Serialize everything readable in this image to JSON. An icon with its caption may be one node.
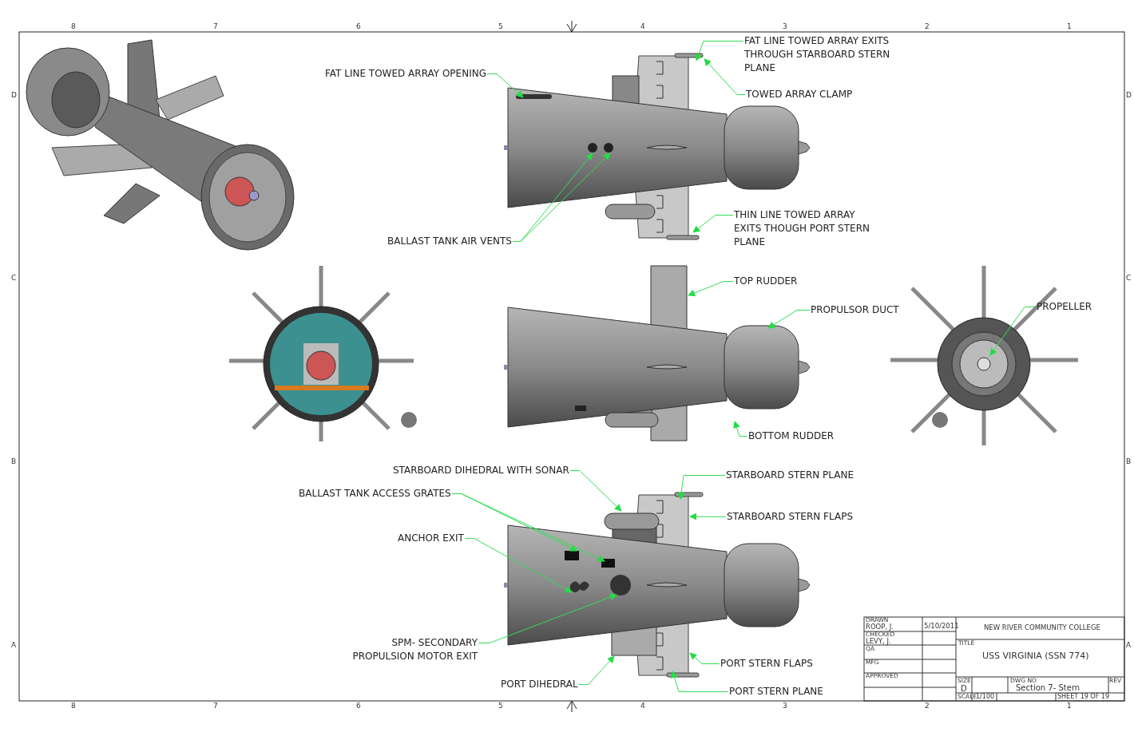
{
  "diagram": {
    "nodes": [
      {
        "text": [
          "FAT LINE TOWED ARRAY OPENING"
        ]
      },
      {
        "text": [
          "FAT LINE TOWED ARRAY EXITS THROUGH STARBOARD STERN PLANE"
        ]
      },
      {
        "text": [
          "TOWED ARRAY CLAMP"
        ]
      },
      {
        "text": [
          "BALLAST TANK AIR VENTS"
        ]
      },
      {
        "text": [
          "THIN LINE TOWED ARRAY EXITS THOUGH PORT STERN PLANE"
        ]
      },
      {
        "text": [
          "TOP RUDDER"
        ]
      },
      {
        "text": [
          "PROPULSOR DUCT"
        ]
      },
      {
        "text": [
          "PROPELLER"
        ]
      },
      {
        "text": [
          "BOTTOM RUDDER"
        ]
      },
      {
        "text": [
          "STARBOARD DIHEDRAL WITH SONAR"
        ]
      },
      {
        "text": [
          "BALLAST TANK ACCESS GRATES"
        ]
      },
      {
        "text": [
          "ANCHOR EXIT"
        ]
      },
      {
        "text": [
          "SPM- SECONDARY PROPULSION MOTOR EXIT"
        ]
      },
      {
        "text": [
          "PORT DIHEDRAL"
        ]
      },
      {
        "text": [
          "STARBOARD STERN PLANE"
        ]
      },
      {
        "text": [
          "STARBOARD STERN FLAPS"
        ]
      },
      {
        "text": [
          "PORT STERN FLAPS"
        ]
      },
      {
        "text": [
          "PORT STERN PLANE"
        ]
      }
    ],
    "edges": [
      {
        "from": 0,
        "to": null,
        "arrow": "to"
      },
      {
        "from": 1,
        "to": null,
        "arrow": "to"
      },
      {
        "from": 2,
        "to": null,
        "arrow": "to"
      },
      {
        "from": 3,
        "to": null,
        "arrow": "to"
      },
      {
        "from": 3,
        "to": null,
        "arrow": "to"
      },
      {
        "from": 4,
        "to": null,
        "arrow": "to"
      },
      {
        "from": 5,
        "to": null,
        "arrow": "to"
      },
      {
        "from": 6,
        "to": null,
        "arrow": "to"
      },
      {
        "from": 7,
        "to": null,
        "arrow": "to"
      },
      {
        "from": 8,
        "to": null,
        "arrow": "to"
      },
      {
        "from": 9,
        "to": null,
        "arrow": "to"
      },
      {
        "from": 10,
        "to": null,
        "arrow": "to"
      },
      {
        "from": 10,
        "to": null,
        "arrow": "to"
      },
      {
        "from": 11,
        "to": null,
        "arrow": "to"
      },
      {
        "from": 12,
        "to": null,
        "arrow": "to"
      },
      {
        "from": 13,
        "to": null,
        "arrow": "to"
      },
      {
        "from": 14,
        "to": null,
        "arrow": "to"
      },
      {
        "from": 15,
        "to": null,
        "arrow": "to"
      },
      {
        "from": 16,
        "to": null,
        "arrow": "to"
      },
      {
        "from": 17,
        "to": null,
        "arrow": "to"
      }
    ],
    "labels": [
      "8",
      "7",
      "6",
      "5",
      "4",
      "3",
      "2",
      "1",
      "D",
      "C",
      "B",
      "A",
      "D",
      "C",
      "B",
      "A",
      "8",
      "7",
      "6",
      "5",
      "4",
      "3",
      "2",
      "1",
      "DRAWN",
      "ROOP, J.",
      "5/10/2011",
      "NEW RIVER COMMUNITY COLLEGE",
      "CHECKED",
      "LEVY, J.",
      "TITLE",
      "QA",
      "USS VIRGINIA (SSN 774)",
      "MFG",
      "APPROVED",
      "SIZE",
      "DWG NO",
      "REV",
      "D",
      "Section 7- Stern",
      "SCALE",
      "1/100",
      "SHEET 19 OF 19"
    ]
  }
}
